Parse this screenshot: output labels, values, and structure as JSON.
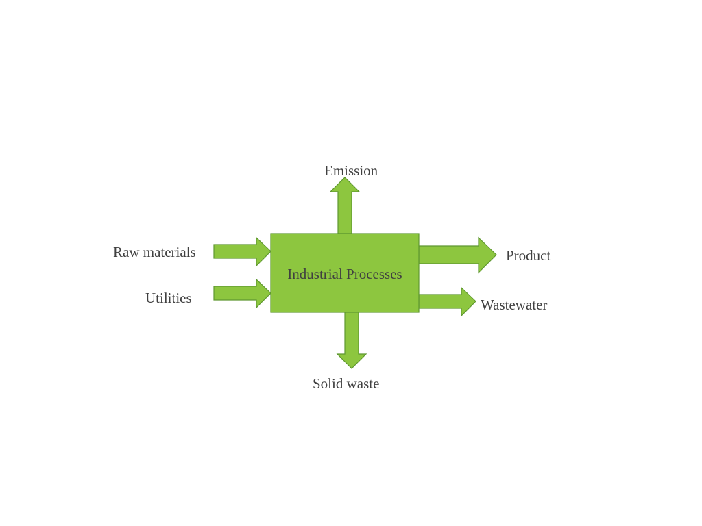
{
  "diagram": {
    "center_label": "Industrial Processes",
    "inputs": {
      "raw_materials": "Raw materials",
      "utilities": "Utilities"
    },
    "outputs": {
      "emission": "Emission",
      "product": "Product",
      "wastewater": "Wastewater",
      "solid_waste": "Solid waste"
    },
    "colors": {
      "fill": "#8dc63f",
      "stroke": "#5f9830",
      "text": "#404040"
    }
  }
}
